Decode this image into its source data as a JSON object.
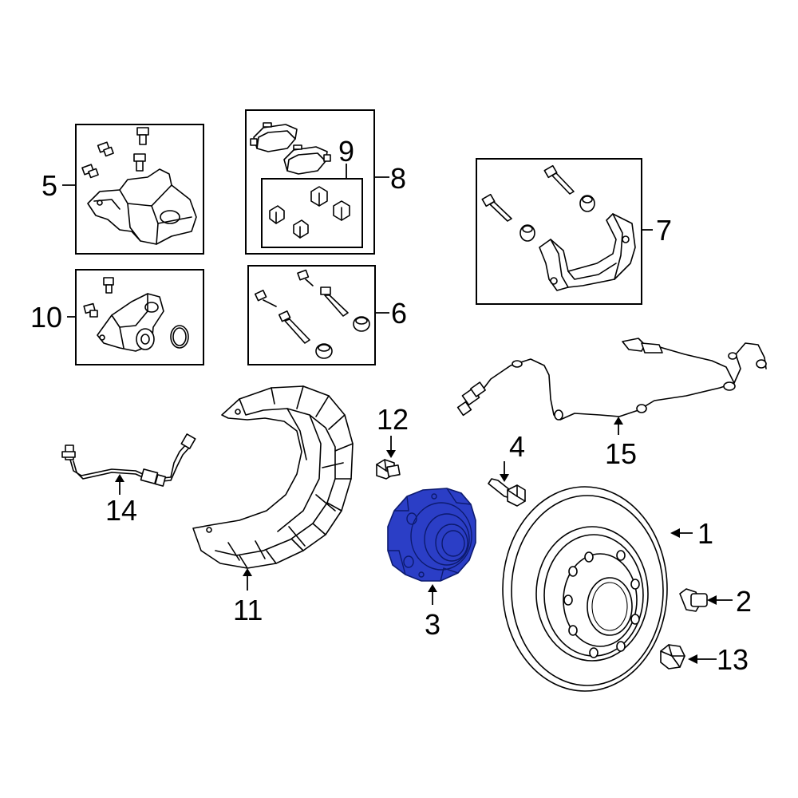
{
  "diagram": {
    "highlight_color": "#2b3ec6",
    "callouts": [
      {
        "id": "1",
        "label": "1"
      },
      {
        "id": "2",
        "label": "2"
      },
      {
        "id": "3",
        "label": "3"
      },
      {
        "id": "4",
        "label": "4"
      },
      {
        "id": "5",
        "label": "5"
      },
      {
        "id": "6",
        "label": "6"
      },
      {
        "id": "7",
        "label": "7"
      },
      {
        "id": "8",
        "label": "8"
      },
      {
        "id": "9",
        "label": "9"
      },
      {
        "id": "10",
        "label": "10"
      },
      {
        "id": "11",
        "label": "11"
      },
      {
        "id": "12",
        "label": "12"
      },
      {
        "id": "13",
        "label": "13"
      },
      {
        "id": "14",
        "label": "14"
      },
      {
        "id": "15",
        "label": "15"
      }
    ]
  }
}
